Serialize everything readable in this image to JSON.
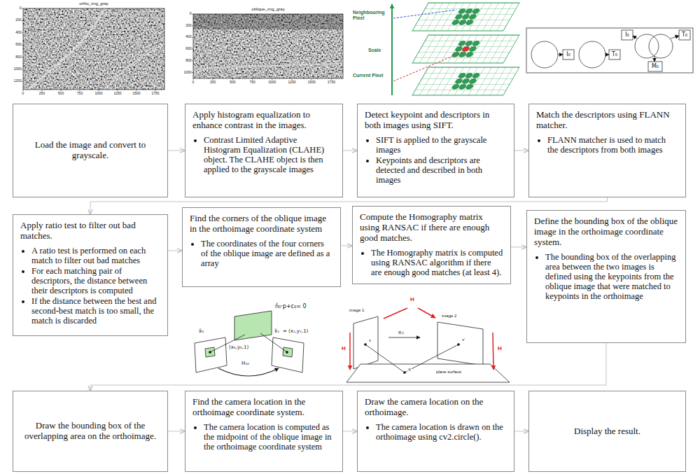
{
  "diagram": {
    "nodes": [
      {
        "text": [
          "Load the image and convert to grayscale."
        ]
      },
      {
        "text": [
          "Apply histogram equalization to enhance contrast in the images.",
          "Contrast Limited Adaptive Histogram Equalization (CLAHE) object. The CLAHE object is then applied to the grayscale images"
        ]
      },
      {
        "text": [
          "Detect keypoint and descriptors in both images using SIFT.",
          "SIFT is applied to the grayscale images",
          "Keypoints and descriptors are detected and described in both images"
        ]
      },
      {
        "text": [
          "Match the descriptors using FLANN matcher.",
          "FLANN matcher is used to match the descriptors from both images"
        ]
      },
      {
        "text": [
          "Apply ratio test to filter out bad matches.",
          "A ratio test is performed on each match to filter out bad matches",
          "For each matching pair of descriptors, the distance between their descriptors is computed",
          "If the distance between the best and second-best match is too small, the match is discarded"
        ]
      },
      {
        "text": [
          "Find the corners of the oblique image in the orthoimage coordinate system",
          "The coordinates of the four corners of the oblique image are defined as a array"
        ]
      },
      {
        "text": [
          "Compute the Homography matrix using RANSAC if there are enough good matches.",
          "The Homography matrix is computed using RANSAC algorithm if there are enough good matches (at least 4)."
        ]
      },
      {
        "text": [
          "Define the bounding box of the oblique image in the orthoimage coordinate system.",
          "The bounding box of the overlapping area between the two images is defined using the keypoints from the oblique image that were matched to keypoints in the orthoimage"
        ]
      },
      {
        "text": [
          "Draw the bounding box of the overlapping area on the orthoimage."
        ]
      },
      {
        "text": [
          "Find the camera location in the orthoimage coordinate system.",
          "The camera location is computed as the midpoint of the oblique image in the orthoimage coordinate system"
        ]
      },
      {
        "text": [
          "Draw the camera location on the orthoimage.",
          "The camera location is drawn on the orthoimage using cv2.circle()."
        ]
      },
      {
        "text": [
          "Display the result."
        ]
      }
    ],
    "edges": [
      {
        "from": 0,
        "to": 1,
        "arrow": "to"
      },
      {
        "from": 1,
        "to": 2,
        "arrow": "to"
      },
      {
        "from": 2,
        "to": 3,
        "arrow": "to"
      },
      {
        "from": 3,
        "to": 4,
        "arrow": "to"
      },
      {
        "from": 4,
        "to": 5,
        "arrow": "to"
      },
      {
        "from": 5,
        "to": 6,
        "arrow": "to"
      },
      {
        "from": 6,
        "to": 7,
        "arrow": "to"
      },
      {
        "from": 7,
        "to": 8,
        "arrow": "to"
      },
      {
        "from": 8,
        "to": 9,
        "arrow": "to"
      },
      {
        "from": 9,
        "to": 10,
        "arrow": "to"
      },
      {
        "from": 10,
        "to": 11,
        "arrow": "to"
      }
    ],
    "labels": [
      "ortho_img_gray",
      "0",
      "200",
      "400",
      "600",
      "800",
      "1000",
      "1200",
      "0",
      "250",
      "500",
      "750",
      "1000",
      "1250",
      "1500",
      "1750",
      "oblique_img_gray",
      "0",
      "200",
      "400",
      "600",
      "800",
      "1000",
      "0",
      "250",
      "500",
      "750",
      "1000",
      "1250",
      "1500",
      "1750",
      "Neighbouring Pixel",
      "Scale",
      "Current Pixel",
      "I₀",
      "T₀",
      "I₀",
      "T₀",
      "M₀",
      "n̂₀·p+c₀= 0",
      "x̃₀",
      "(x₀,y₀,1)",
      "x̃₁",
      "= (x₁,y₁,1)",
      "H₁₀",
      "image 1",
      "image 2",
      "H",
      "x",
      "x'",
      "R,t",
      "X",
      "H",
      "H",
      "plane surface"
    ]
  }
}
